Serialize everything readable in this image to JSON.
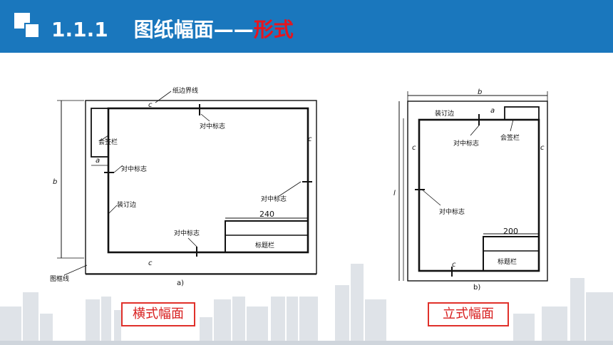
{
  "header": {
    "section_number": "1.1.1",
    "title_main": "图纸幅面——",
    "title_accent": "形式",
    "accent_color": "#e8141c",
    "bar_color": "#1a77bd"
  },
  "landscape": {
    "paper_edge": "纸边界线",
    "c_top": "c",
    "c_right": "c",
    "c_bottom": "c",
    "a": "a",
    "b": "b",
    "signature_block": "会签栏",
    "center_mark_top": "对中标志",
    "center_mark_left": "对中标志",
    "center_mark_right": "对中标志",
    "center_mark_bottom": "对中标志",
    "binding_edge": "装订边",
    "frame_line": "图框线",
    "width_240": "240",
    "title_block": "标题栏",
    "fig_label": "a)",
    "caption": "横式幅面"
  },
  "portrait": {
    "b": "b",
    "l": "l",
    "a": "a",
    "c_left": "c",
    "c_right": "c",
    "c_bottom": "c",
    "binding_edge": "装订边",
    "signature_block": "会签栏",
    "center_mark_top": "对中标志",
    "center_mark_left": "对中标志",
    "width_200": "200",
    "title_block": "标题栏",
    "fig_label": "b)",
    "caption": "立式幅面"
  }
}
